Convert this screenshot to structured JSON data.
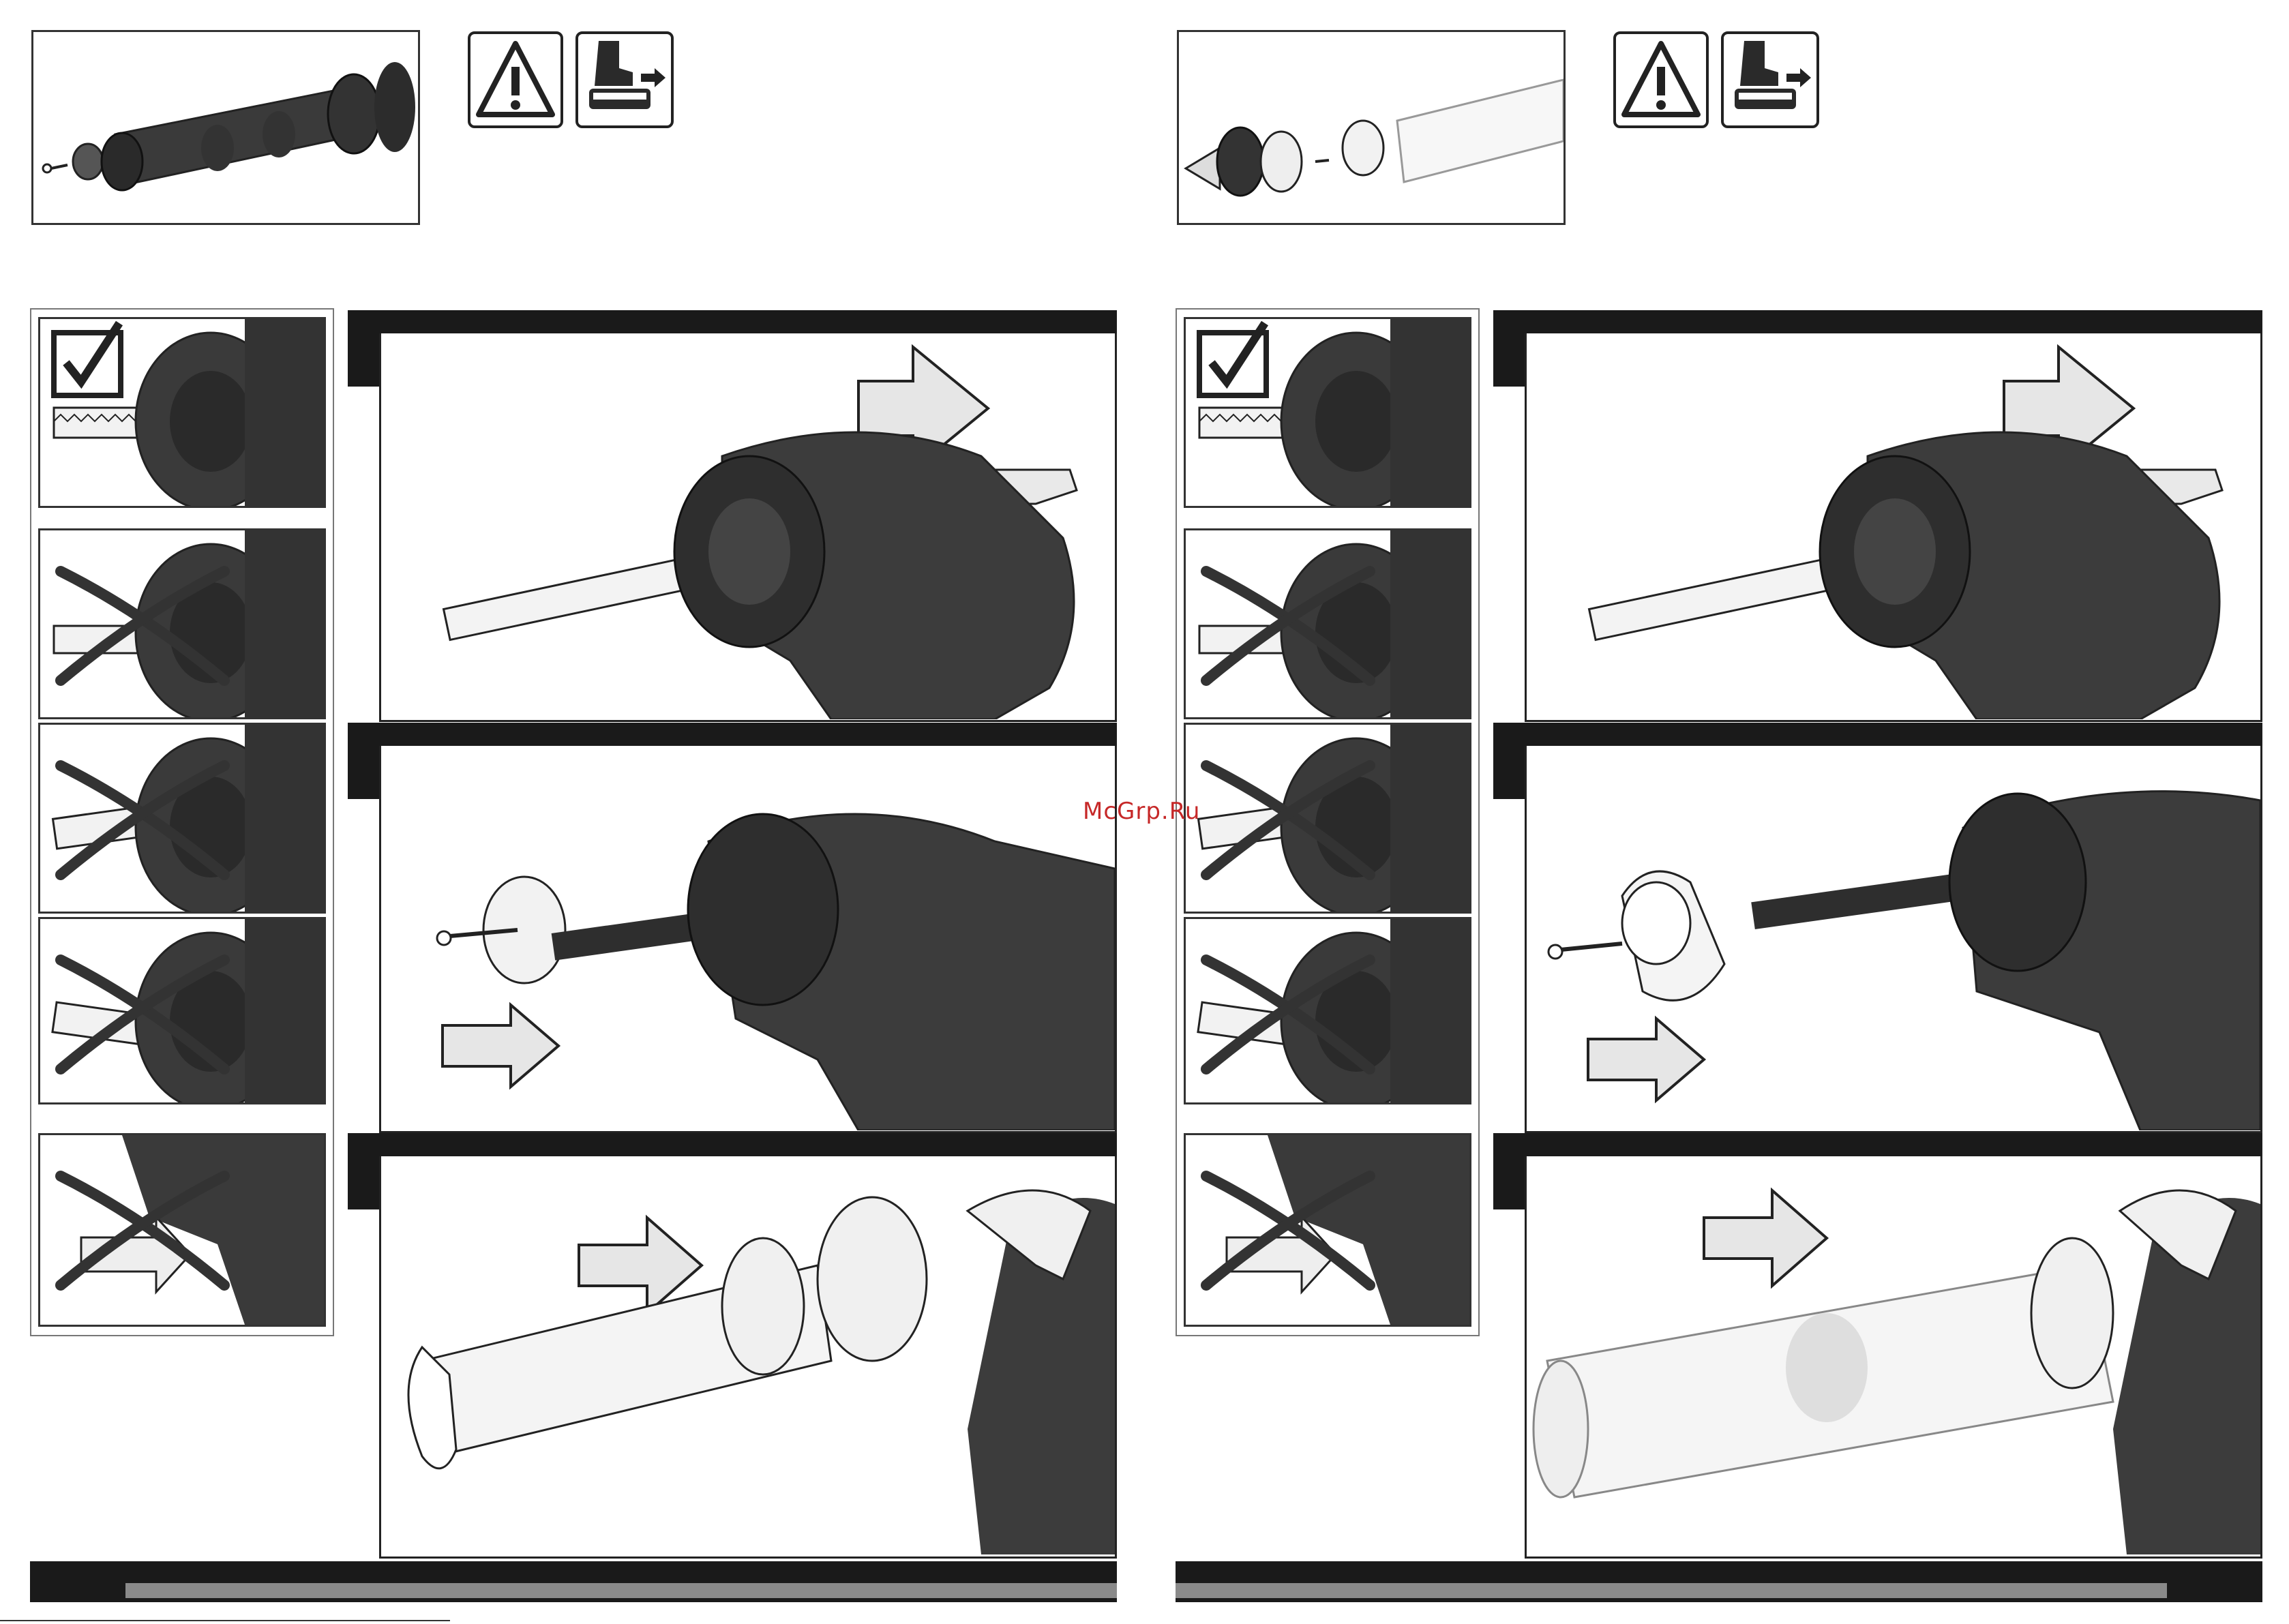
{
  "watermark": "McGrp.Ru",
  "colors": {
    "tool": "#3a3a3a",
    "tool_dark": "#2a2a2a",
    "outline": "#222222",
    "arrow_fill": "#e6e6e6",
    "bar": "#1a1a1a",
    "footer_gray": "#8a8a8a",
    "watermark": "#c62828"
  },
  "icons": [
    "warning-triangle-icon",
    "remove-battery-icon",
    "checkmark-icon",
    "cross-icon"
  ],
  "pages": [
    {
      "side": "left",
      "accessory": "cartridge-holder-tube",
      "piston": "flat-disc-piston"
    },
    {
      "side": "right",
      "accessory": "transparent-tube",
      "piston": "cone-piston"
    }
  ]
}
